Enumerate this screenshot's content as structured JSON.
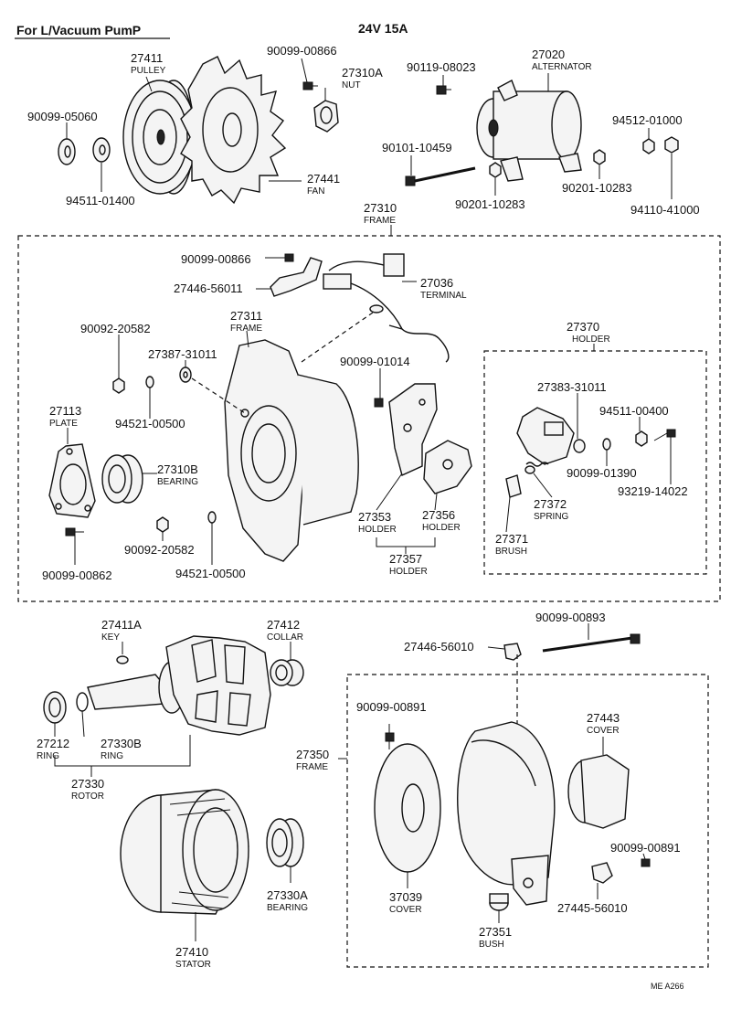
{
  "header": {
    "application": "For L/Vacuum PumP",
    "rating": "24V 15A"
  },
  "reference": "ME  A266",
  "parts": {
    "p27411": {
      "no": "27411",
      "name": "PULLEY"
    },
    "p90099_00866a": {
      "no": "90099-00866"
    },
    "p27310A": {
      "no": "27310A",
      "name": "NUT"
    },
    "p90119_08023": {
      "no": "90119-08023"
    },
    "p27020": {
      "no": "27020",
      "name": "ALTERNATOR"
    },
    "p90099_05060": {
      "no": "90099-05060"
    },
    "p94511_01400": {
      "no": "94511-01400"
    },
    "p27441": {
      "no": "27441",
      "name": "FAN"
    },
    "p90101_10459": {
      "no": "90101-10459"
    },
    "p90201_10283a": {
      "no": "90201-10283"
    },
    "p90201_10283b": {
      "no": "90201-10283"
    },
    "p94512_01000": {
      "no": "94512-01000"
    },
    "p94110_41000": {
      "no": "94110-41000"
    },
    "p27310": {
      "no": "27310",
      "name": "FRAME"
    },
    "p90099_00866b": {
      "no": "90099-00866"
    },
    "p27446_56011": {
      "no": "27446-56011"
    },
    "p27036": {
      "no": "27036",
      "name": "TERMINAL"
    },
    "p90092_20582a": {
      "no": "90092-20582"
    },
    "p27311": {
      "no": "27311",
      "name": "FRAME"
    },
    "p27387_31011": {
      "no": "27387-31011"
    },
    "p90099_01014": {
      "no": "90099-01014"
    },
    "p27370": {
      "no": "27370",
      "name": "HOLDER"
    },
    "p27113": {
      "no": "27113",
      "name": "PLATE"
    },
    "p94521_00500a": {
      "no": "94521-00500"
    },
    "p27383_31011": {
      "no": "27383-31011"
    },
    "p94511_00400": {
      "no": "94511-00400"
    },
    "p27310B": {
      "no": "27310B",
      "name": "BEARING"
    },
    "p90099_01390": {
      "no": "90099-01390"
    },
    "p93219_14022": {
      "no": "93219-14022"
    },
    "p27353": {
      "no": "27353",
      "name": "HOLDER"
    },
    "p27356": {
      "no": "27356",
      "name": "HOLDER"
    },
    "p27372": {
      "no": "27372",
      "name": "SPRING"
    },
    "p27371": {
      "no": "27371",
      "name": "BRUSH"
    },
    "p90092_20582b": {
      "no": "90092-20582"
    },
    "p94521_00500b": {
      "no": "94521-00500"
    },
    "p27357": {
      "no": "27357",
      "name": "HOLDER"
    },
    "p90099_00862": {
      "no": "90099-00862"
    },
    "p27411A": {
      "no": "27411A",
      "name": "KEY"
    },
    "p27412": {
      "no": "27412",
      "name": "COLLAR"
    },
    "p90099_00893": {
      "no": "90099-00893"
    },
    "p27446_56010": {
      "no": "27446-56010"
    },
    "p27212": {
      "no": "27212",
      "name": "RING"
    },
    "p27330B": {
      "no": "27330B",
      "name": "RING"
    },
    "p90099_00891a": {
      "no": "90099-00891"
    },
    "p27443": {
      "no": "27443",
      "name": "COVER"
    },
    "p27350": {
      "no": "27350",
      "name": "FRAME"
    },
    "p27330": {
      "no": "27330",
      "name": "ROTOR"
    },
    "p90099_00891b": {
      "no": "90099-00891"
    },
    "p27330A": {
      "no": "27330A",
      "name": "BEARING"
    },
    "p37039": {
      "no": "37039",
      "name": "COVER"
    },
    "p27445_56010": {
      "no": "27445-56010"
    },
    "p27351": {
      "no": "27351",
      "name": "BUSH"
    },
    "p27410": {
      "no": "27410",
      "name": "STATOR"
    }
  }
}
